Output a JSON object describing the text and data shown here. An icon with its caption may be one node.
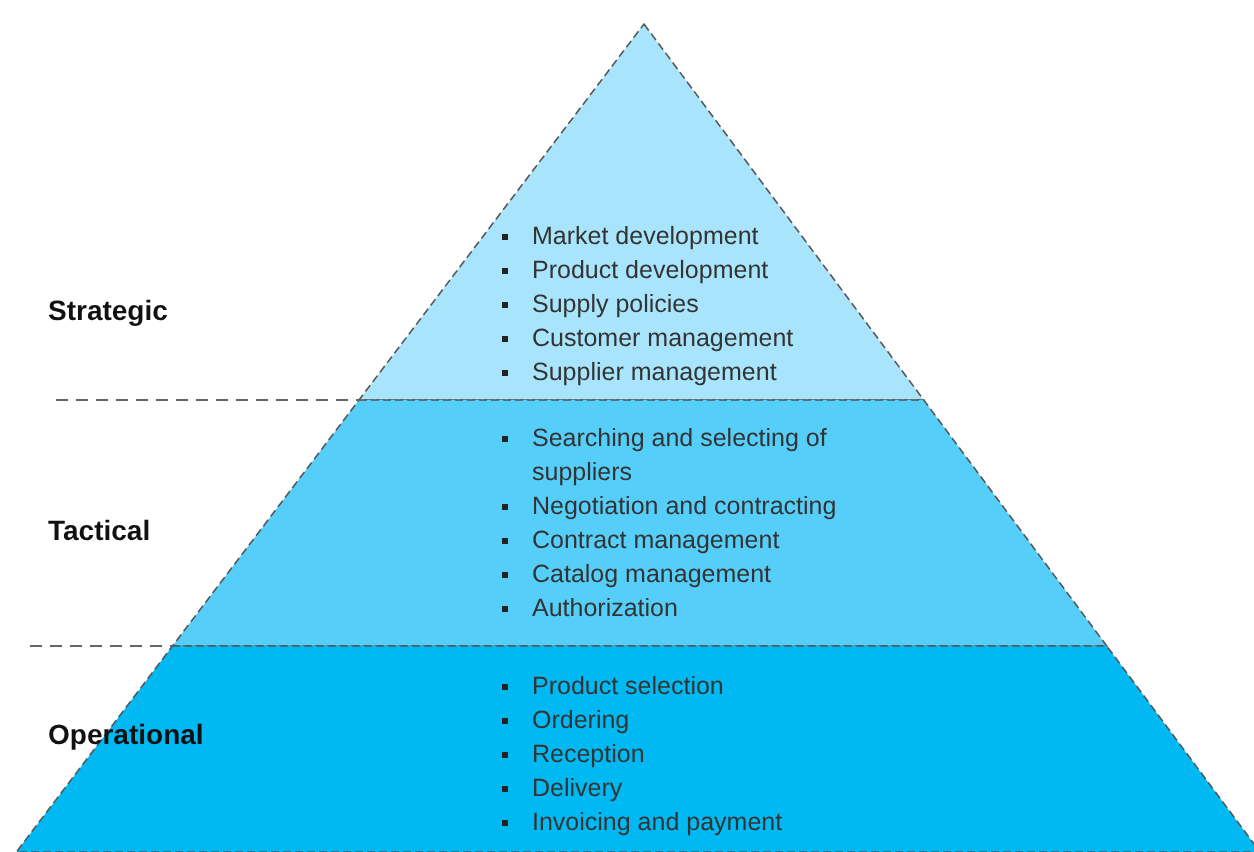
{
  "diagram": {
    "nodes": [
      {
        "text": [
          "Market development",
          "Product development",
          "Supply policies",
          "Customer management",
          "Supplier management"
        ]
      },
      {
        "text": [
          "Searching and selecting of suppliers",
          "Negotiation and contracting",
          "Contract management",
          "Catalog management",
          "Authorization"
        ]
      },
      {
        "text": [
          "Product selection",
          "Ordering",
          "Reception",
          "Delivery",
          "Invoicing and payment"
        ]
      }
    ],
    "labels": [
      "Strategic",
      "Tactical",
      "Operational"
    ]
  }
}
